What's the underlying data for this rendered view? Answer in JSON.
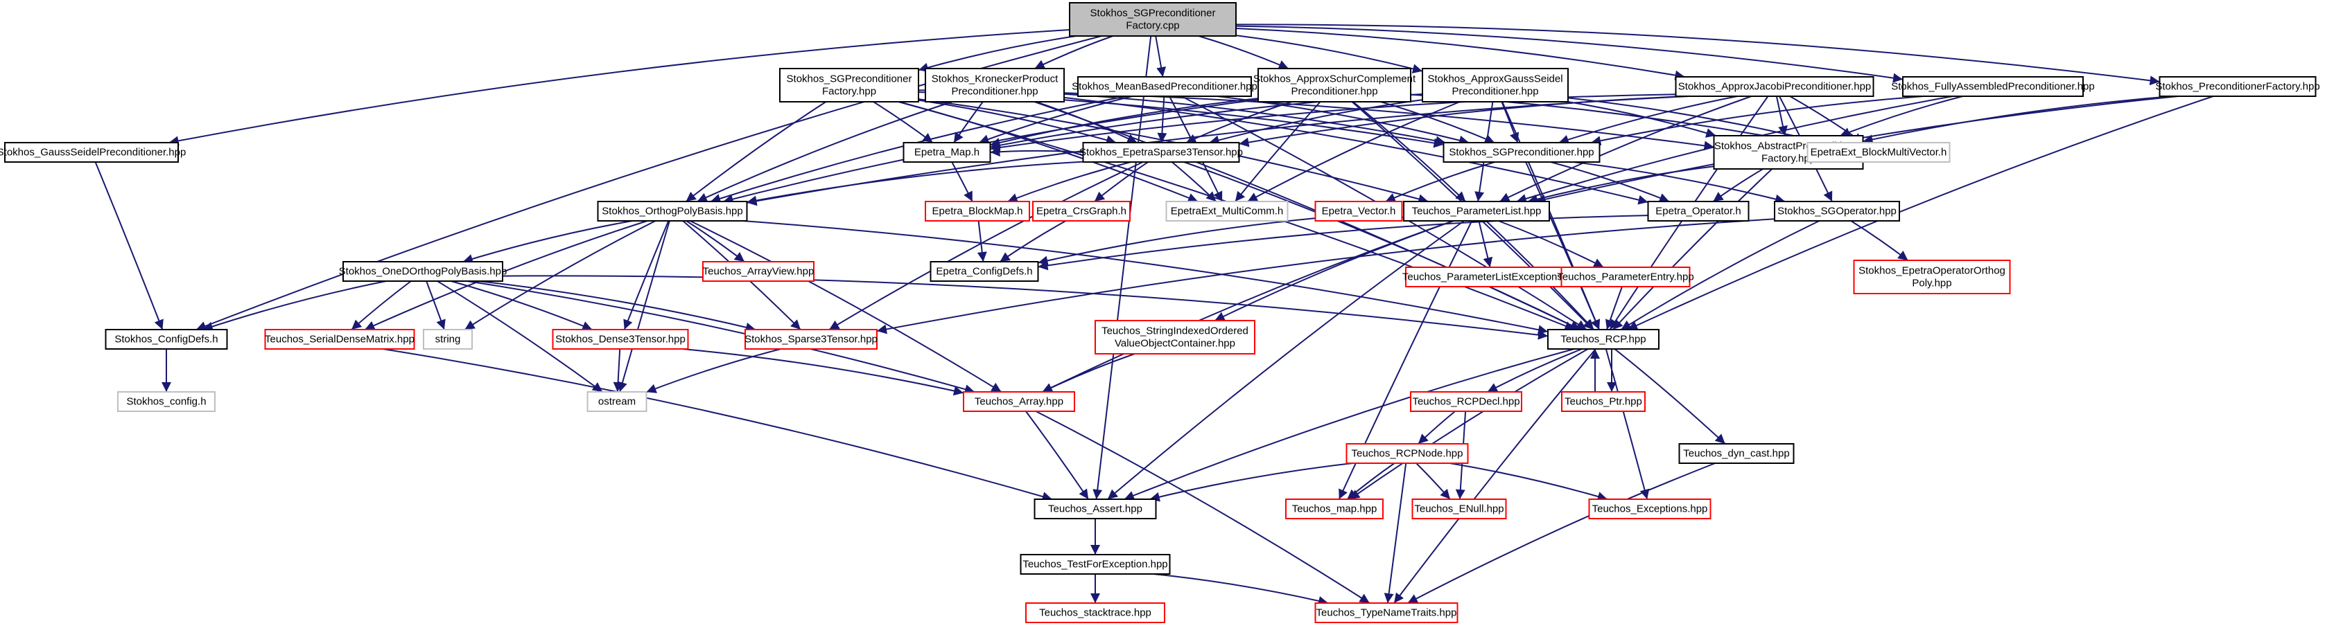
{
  "nodes": [
    {
      "id": "root",
      "lines": [
        "Stokhos_SGPreconditioner",
        "Factory.cpp"
      ],
      "kind": "root"
    },
    {
      "id": "gs",
      "lines": [
        "Stokhos_GaussSeidelPreconditioner.hpp"
      ],
      "kind": "doc"
    },
    {
      "id": "cfgdefs",
      "lines": [
        "Stokhos_ConfigDefs.h"
      ],
      "kind": "doc"
    },
    {
      "id": "cfg",
      "lines": [
        "Stokhos_config.h"
      ],
      "kind": "ext"
    },
    {
      "id": "sgfact",
      "lines": [
        "Stokhos_SGPreconditioner",
        "Factory.hpp"
      ],
      "kind": "doc"
    },
    {
      "id": "kron",
      "lines": [
        "Stokhos_KroneckerProduct",
        "Preconditioner.hpp"
      ],
      "kind": "doc"
    },
    {
      "id": "mean",
      "lines": [
        "Stokhos_MeanBasedPreconditioner.hpp"
      ],
      "kind": "doc"
    },
    {
      "id": "schur",
      "lines": [
        "Stokhos_ApproxSchurComplement",
        "Preconditioner.hpp"
      ],
      "kind": "doc"
    },
    {
      "id": "agauss",
      "lines": [
        "Stokhos_ApproxGaussSeidel",
        "Preconditioner.hpp"
      ],
      "kind": "doc"
    },
    {
      "id": "ajacobi",
      "lines": [
        "Stokhos_ApproxJacobiPreconditioner.hpp"
      ],
      "kind": "doc"
    },
    {
      "id": "fully",
      "lines": [
        "Stokhos_FullyAssembledPreconditioner.hpp"
      ],
      "kind": "doc"
    },
    {
      "id": "pfact",
      "lines": [
        "Stokhos_PreconditionerFactory.hpp"
      ],
      "kind": "doc"
    },
    {
      "id": "emap",
      "lines": [
        "Epetra_Map.h"
      ],
      "kind": "doc"
    },
    {
      "id": "esparse",
      "lines": [
        "Stokhos_EpetraSparse3Tensor.hpp"
      ],
      "kind": "doc"
    },
    {
      "id": "sgprec",
      "lines": [
        "Stokhos_SGPreconditioner.hpp"
      ],
      "kind": "doc"
    },
    {
      "id": "absfact",
      "lines": [
        "Stokhos_AbstractPreconditioner",
        "Factory.hpp"
      ],
      "kind": "doc"
    },
    {
      "id": "eblockmv",
      "lines": [
        "EpetraExt_BlockMultiVector.h"
      ],
      "kind": "ext"
    },
    {
      "id": "orthog",
      "lines": [
        "Stokhos_OrthogPolyBasis.hpp"
      ],
      "kind": "doc"
    },
    {
      "id": "eblockmap",
      "lines": [
        "Epetra_BlockMap.h"
      ],
      "kind": "undoc"
    },
    {
      "id": "ecrs",
      "lines": [
        "Epetra_CrsGraph.h"
      ],
      "kind": "undoc"
    },
    {
      "id": "emulti",
      "lines": [
        "EpetraExt_MultiComm.h"
      ],
      "kind": "ext"
    },
    {
      "id": "evector",
      "lines": [
        "Epetra_Vector.h"
      ],
      "kind": "undoc"
    },
    {
      "id": "plist",
      "lines": [
        "Teuchos_ParameterList.hpp"
      ],
      "kind": "doc"
    },
    {
      "id": "eop",
      "lines": [
        "Epetra_Operator.h"
      ],
      "kind": "doc"
    },
    {
      "id": "sgop",
      "lines": [
        "Stokhos_SGOperator.hpp"
      ],
      "kind": "doc"
    },
    {
      "id": "arrayview",
      "lines": [
        "Teuchos_ArrayView.hpp"
      ],
      "kind": "undoc"
    },
    {
      "id": "econfig",
      "lines": [
        "Epetra_ConfigDefs.h"
      ],
      "kind": "doc"
    },
    {
      "id": "oned",
      "lines": [
        "Stokhos_OneDOrthogPolyBasis.hpp"
      ],
      "kind": "doc"
    },
    {
      "id": "plistexc",
      "lines": [
        "Teuchos_ParameterListExceptions.hpp"
      ],
      "kind": "undoc"
    },
    {
      "id": "pentry",
      "lines": [
        "Teuchos_ParameterEntry.hpp"
      ],
      "kind": "undoc"
    },
    {
      "id": "eopop",
      "lines": [
        "Stokhos_EpetraOperatorOrthog",
        "Poly.hpp"
      ],
      "kind": "undoc"
    },
    {
      "id": "serial",
      "lines": [
        "Teuchos_SerialDenseMatrix.hpp"
      ],
      "kind": "undoc"
    },
    {
      "id": "string",
      "lines": [
        "string"
      ],
      "kind": "ext"
    },
    {
      "id": "dense3",
      "lines": [
        "Stokhos_Dense3Tensor.hpp"
      ],
      "kind": "undoc"
    },
    {
      "id": "sparse3",
      "lines": [
        "Stokhos_Sparse3Tensor.hpp"
      ],
      "kind": "undoc"
    },
    {
      "id": "strcont",
      "lines": [
        "Teuchos_StringIndexedOrdered",
        "ValueObjectContainer.hpp"
      ],
      "kind": "undoc"
    },
    {
      "id": "rcp",
      "lines": [
        "Teuchos_RCP.hpp"
      ],
      "kind": "doc"
    },
    {
      "id": "ostream",
      "lines": [
        "ostream"
      ],
      "kind": "ext"
    },
    {
      "id": "tarray",
      "lines": [
        "Teuchos_Array.hpp"
      ],
      "kind": "undoc"
    },
    {
      "id": "rcpdecl",
      "lines": [
        "Teuchos_RCPDecl.hpp"
      ],
      "kind": "undoc"
    },
    {
      "id": "ptr",
      "lines": [
        "Teuchos_Ptr.hpp"
      ],
      "kind": "undoc"
    },
    {
      "id": "dyncast",
      "lines": [
        "Teuchos_dyn_cast.hpp"
      ],
      "kind": "doc"
    },
    {
      "id": "rcpnode",
      "lines": [
        "Teuchos_RCPNode.hpp"
      ],
      "kind": "undoc"
    },
    {
      "id": "assert",
      "lines": [
        "Teuchos_Assert.hpp"
      ],
      "kind": "doc"
    },
    {
      "id": "tmap",
      "lines": [
        "Teuchos_map.hpp"
      ],
      "kind": "undoc"
    },
    {
      "id": "enull",
      "lines": [
        "Teuchos_ENull.hpp"
      ],
      "kind": "undoc"
    },
    {
      "id": "texc",
      "lines": [
        "Teuchos_Exceptions.hpp"
      ],
      "kind": "undoc"
    },
    {
      "id": "testexc",
      "lines": [
        "Teuchos_TestForException.hpp"
      ],
      "kind": "doc"
    },
    {
      "id": "stack",
      "lines": [
        "Teuchos_stacktrace.hpp"
      ],
      "kind": "undoc"
    },
    {
      "id": "typename",
      "lines": [
        "Teuchos_TypeNameTraits.hpp"
      ],
      "kind": "undoc"
    }
  ],
  "edges": [
    [
      "root",
      "gs"
    ],
    [
      "root",
      "cfgdefs"
    ],
    [
      "root",
      "sgfact"
    ],
    [
      "root",
      "kron"
    ],
    [
      "root",
      "mean"
    ],
    [
      "root",
      "schur"
    ],
    [
      "root",
      "agauss"
    ],
    [
      "root",
      "ajacobi"
    ],
    [
      "root",
      "fully"
    ],
    [
      "root",
      "pfact"
    ],
    [
      "root",
      "assert"
    ],
    [
      "gs",
      "cfgdefs"
    ],
    [
      "cfgdefs",
      "cfg"
    ],
    [
      "sgfact",
      "emap"
    ],
    [
      "sgfact",
      "esparse"
    ],
    [
      "sgfact",
      "sgprec"
    ],
    [
      "sgfact",
      "absfact"
    ],
    [
      "sgfact",
      "orthog"
    ],
    [
      "sgfact",
      "plist"
    ],
    [
      "sgfact",
      "emulti"
    ],
    [
      "sgfact",
      "rcp"
    ],
    [
      "kron",
      "emap"
    ],
    [
      "kron",
      "esparse"
    ],
    [
      "kron",
      "sgprec"
    ],
    [
      "kron",
      "orthog"
    ],
    [
      "kron",
      "rcp"
    ],
    [
      "kron",
      "eop"
    ],
    [
      "mean",
      "emap"
    ],
    [
      "mean",
      "esparse"
    ],
    [
      "mean",
      "sgprec"
    ],
    [
      "mean",
      "orthog"
    ],
    [
      "mean",
      "emulti"
    ],
    [
      "mean",
      "rcp"
    ],
    [
      "schur",
      "emap"
    ],
    [
      "schur",
      "esparse"
    ],
    [
      "schur",
      "sgprec"
    ],
    [
      "schur",
      "orthog"
    ],
    [
      "schur",
      "emulti"
    ],
    [
      "schur",
      "plist"
    ],
    [
      "schur",
      "rcp"
    ],
    [
      "schur",
      "eblockmv"
    ],
    [
      "agauss",
      "emap"
    ],
    [
      "agauss",
      "esparse"
    ],
    [
      "agauss",
      "sgprec"
    ],
    [
      "agauss",
      "absfact"
    ],
    [
      "agauss",
      "emulti"
    ],
    [
      "agauss",
      "plist"
    ],
    [
      "agauss",
      "rcp"
    ],
    [
      "agauss",
      "eblockmv"
    ],
    [
      "ajacobi",
      "emap"
    ],
    [
      "ajacobi",
      "esparse"
    ],
    [
      "ajacobi",
      "sgprec"
    ],
    [
      "ajacobi",
      "absfact"
    ],
    [
      "ajacobi",
      "orthog"
    ],
    [
      "ajacobi",
      "plist"
    ],
    [
      "ajacobi",
      "rcp"
    ],
    [
      "ajacobi",
      "eblockmv"
    ],
    [
      "ajacobi",
      "sgop"
    ],
    [
      "fully",
      "sgprec"
    ],
    [
      "fully",
      "absfact"
    ],
    [
      "fully",
      "plist"
    ],
    [
      "pfact",
      "absfact"
    ],
    [
      "pfact",
      "plist"
    ],
    [
      "pfact",
      "rcp"
    ],
    [
      "emap",
      "eblockmap"
    ],
    [
      "esparse",
      "emap"
    ],
    [
      "esparse",
      "eblockmap"
    ],
    [
      "esparse",
      "ecrs"
    ],
    [
      "esparse",
      "orthog"
    ],
    [
      "esparse",
      "sparse3"
    ],
    [
      "esparse",
      "emulti"
    ],
    [
      "esparse",
      "rcp"
    ],
    [
      "sgprec",
      "eop"
    ],
    [
      "sgprec",
      "evector"
    ],
    [
      "sgprec",
      "sgop"
    ],
    [
      "sgprec",
      "rcp"
    ],
    [
      "absfact",
      "eop"
    ],
    [
      "absfact",
      "plist"
    ],
    [
      "absfact",
      "rcp"
    ],
    [
      "eblockmap",
      "econfig"
    ],
    [
      "ecrs",
      "econfig"
    ],
    [
      "eop",
      "econfig"
    ],
    [
      "evector",
      "econfig"
    ],
    [
      "orthog",
      "oned"
    ],
    [
      "orthog",
      "arrayview"
    ],
    [
      "orthog",
      "serial"
    ],
    [
      "orthog",
      "string"
    ],
    [
      "orthog",
      "dense3"
    ],
    [
      "orthog",
      "sparse3"
    ],
    [
      "orthog",
      "ostream"
    ],
    [
      "orthog",
      "rcp"
    ],
    [
      "orthog",
      "tarray"
    ],
    [
      "oned",
      "cfgdefs"
    ],
    [
      "oned",
      "serial"
    ],
    [
      "oned",
      "string"
    ],
    [
      "oned",
      "dense3"
    ],
    [
      "oned",
      "sparse3"
    ],
    [
      "oned",
      "ostream"
    ],
    [
      "oned",
      "rcp"
    ],
    [
      "oned",
      "tarray"
    ],
    [
      "plist",
      "plistexc"
    ],
    [
      "plist",
      "pentry"
    ],
    [
      "plist",
      "strcont"
    ],
    [
      "plist",
      "rcp"
    ],
    [
      "plist",
      "tarray"
    ],
    [
      "plist",
      "assert"
    ],
    [
      "plist",
      "tmap"
    ],
    [
      "sgop",
      "eopop"
    ],
    [
      "sgop",
      "rcp"
    ],
    [
      "sgop",
      "sparse3"
    ],
    [
      "pentry",
      "rcp"
    ],
    [
      "serial",
      "assert"
    ],
    [
      "dense3",
      "ostream"
    ],
    [
      "dense3",
      "tarray"
    ],
    [
      "sparse3",
      "ostream"
    ],
    [
      "strcont",
      "tarray"
    ],
    [
      "rcp",
      "rcpdecl"
    ],
    [
      "rcp",
      "ptr"
    ],
    [
      "rcp",
      "dyncast"
    ],
    [
      "rcp",
      "assert"
    ],
    [
      "rcp",
      "tmap"
    ],
    [
      "rcp",
      "texc"
    ],
    [
      "rcp",
      "typename"
    ],
    [
      "ptr",
      "rcp"
    ],
    [
      "rcpdecl",
      "rcpnode"
    ],
    [
      "rcpdecl",
      "enull"
    ],
    [
      "rcpnode",
      "assert"
    ],
    [
      "rcpnode",
      "tmap"
    ],
    [
      "rcpnode",
      "enull"
    ],
    [
      "rcpnode",
      "texc"
    ],
    [
      "rcpnode",
      "typename"
    ],
    [
      "dyncast",
      "typename"
    ],
    [
      "tarray",
      "assert"
    ],
    [
      "tarray",
      "typename"
    ],
    [
      "assert",
      "testexc"
    ],
    [
      "testexc",
      "stack"
    ],
    [
      "testexc",
      "typename"
    ]
  ]
}
